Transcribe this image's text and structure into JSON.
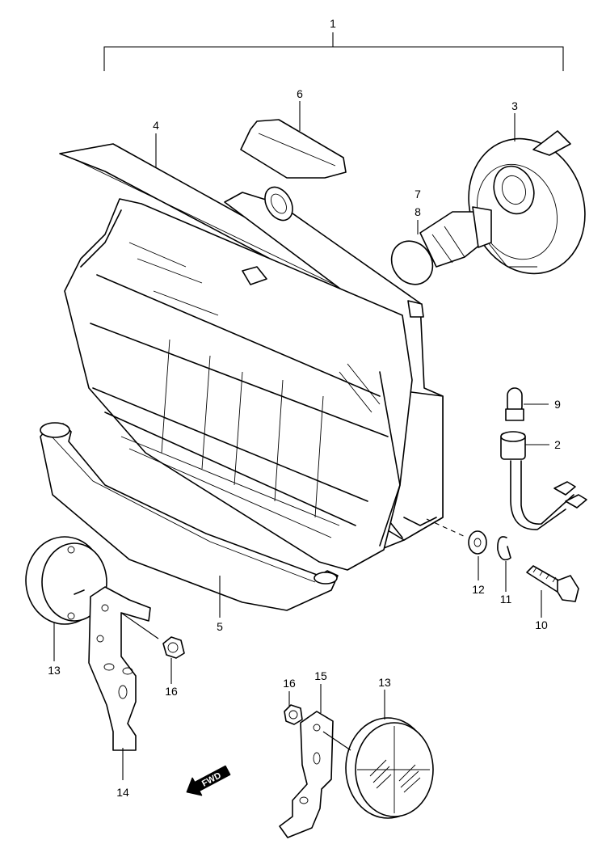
{
  "callouts": {
    "c1": "1",
    "c2": "2",
    "c3": "3",
    "c4": "4",
    "c5": "5",
    "c6": "6",
    "c7": "7",
    "c8": "8",
    "c9": "9",
    "c10": "10",
    "c11": "11",
    "c12": "12",
    "c13a": "13",
    "c13b": "13",
    "c14": "14",
    "c15": "15",
    "c16a": "16",
    "c16b": "16"
  },
  "direction_arrow": {
    "label": "FWD"
  }
}
